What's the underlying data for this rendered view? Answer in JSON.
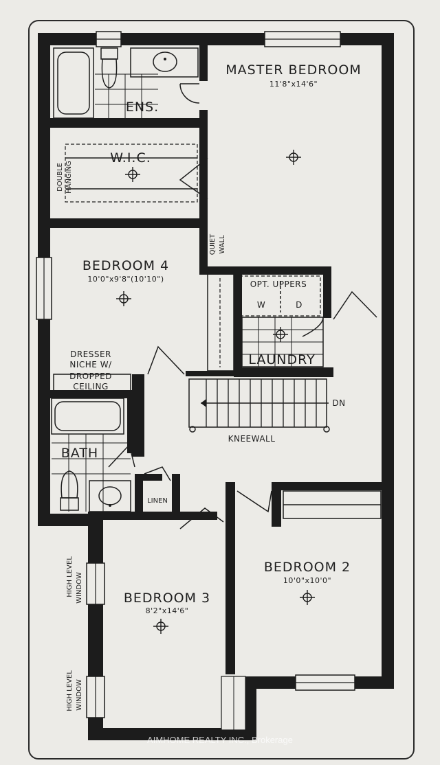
{
  "labels": {
    "master_bedroom": "MASTER BEDROOM",
    "master_bedroom_dim": "11'8\"x14'6\"",
    "ensuite": "ENS.",
    "wic": "W.I.C.",
    "double_hanging_1": "DOUBLE",
    "double_hanging_2": "HANGING",
    "quiet_wall_1": "QUIET",
    "quiet_wall_2": "WALL",
    "bedroom4": "BEDROOM 4",
    "bedroom4_dim": "10'0\"x9'8\"(10'10\")",
    "opt_uppers": "OPT. UPPERS",
    "washer": "W",
    "dryer": "D",
    "laundry": "LAUNDRY",
    "dresser_1": "DRESSER",
    "dresser_2": "NICHE W/",
    "dresser_3": "DROPPED",
    "dresser_4": "CEILING",
    "dn": "DN",
    "kneewall": "KNEEWALL",
    "bath": "BATH",
    "linen": "LINEN",
    "bedroom2": "BEDROOM 2",
    "bedroom2_dim": "10'0\"x10'0\"",
    "bedroom3": "BEDROOM 3",
    "bedroom3_dim": "8'2\"x14'6\"",
    "high_window_a1": "HIGH LEVEL",
    "high_window_a2": "WINDOW",
    "high_window_b1": "HIGH LEVEL",
    "high_window_b2": "WINDOW",
    "watermark": "AIMHOME REALTY INC., Brokerage"
  }
}
